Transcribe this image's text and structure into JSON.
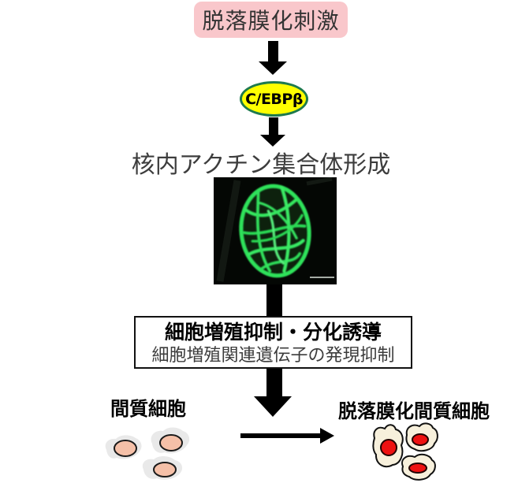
{
  "diagram": {
    "stimulus_label": "脱落膜化刺激",
    "factor_label": "C/EBPβ",
    "process_label": "核内アクチン集合体形成",
    "effect_title": "細胞増殖抑制・分化誘導",
    "effect_subtitle": "細胞増殖関連遺伝子の発現抑制",
    "stromal_label": "間質細胞",
    "decidualized_label": "脱落膜化間質細胞"
  },
  "colors": {
    "stimulus_bg": "#f9c7cb",
    "factor_fill": "#ffff00",
    "factor_border": "#1e7a4e",
    "arrow_black": "#000000",
    "micrograph_bg": "#040704",
    "actin_green": "#2ee25a",
    "stromal_cell_body": "#e9e9e9",
    "stromal_cell_nucleus": "#f5c0a8",
    "decidual_cell_body": "#f7f0dc",
    "decidual_cell_nucleus": "#ee1111",
    "scale_bar": "#c2c9c2"
  }
}
